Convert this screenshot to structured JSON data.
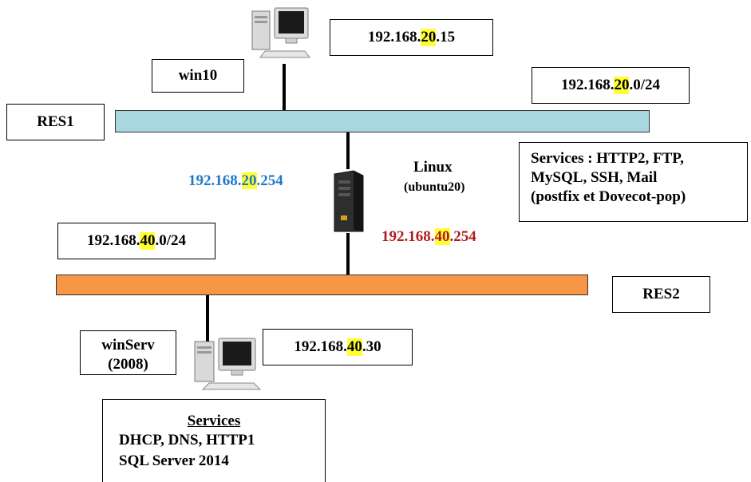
{
  "hosts": {
    "win10": {
      "name": "win10",
      "ip_prefix": "192.168.",
      "ip_subnet": "20",
      "ip_suffix": ".15"
    },
    "winserv": {
      "name_line1": "winServ",
      "name_line2": "(2008)",
      "ip_prefix": "192.168.",
      "ip_subnet": "40",
      "ip_suffix": ".30"
    },
    "linux": {
      "name_line1": "Linux",
      "name_line2": "(ubuntu20)",
      "ip_res1": {
        "prefix": "192.168.",
        "subnet": "20",
        "suffix": ".254",
        "color": "#1f78c8"
      },
      "ip_res2": {
        "prefix": "192.168.",
        "subnet": "40",
        "suffix": ".254",
        "color": "#b01c1c"
      }
    }
  },
  "networks": {
    "res1": {
      "label": "RES1",
      "prefix": "192.168.",
      "subnet": "20",
      "suffix": ".0/24",
      "color": "#a9d7df"
    },
    "res2": {
      "label": "RES2",
      "prefix": "192.168.",
      "subnet": "40",
      "suffix": ".0/24",
      "color": "#f79646"
    }
  },
  "services_linux": {
    "line1": "Services : HTTP2, FTP,",
    "line2": "MySQL, SSH, Mail",
    "line3": "(postfix et Dovecot-pop)"
  },
  "services_winserv": {
    "title": "Services",
    "line1": "DHCP, DNS, HTTP1",
    "line2": "SQL Server 2014"
  },
  "colors": {
    "highlight": "#ffff33"
  }
}
